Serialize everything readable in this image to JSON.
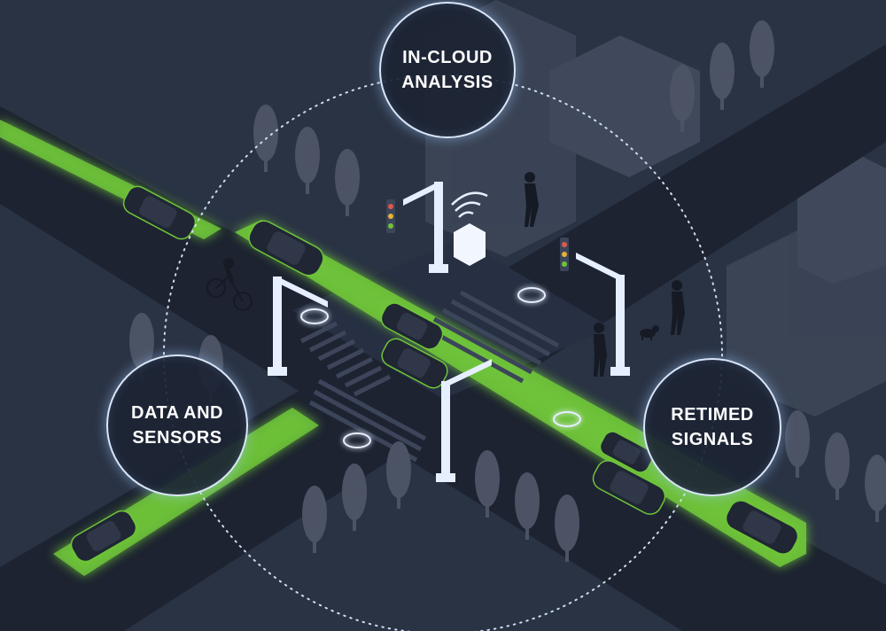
{
  "nodes": {
    "cloud": {
      "label": "IN-CLOUD\nANALYSIS"
    },
    "data": {
      "label": "DATA AND\nSENSORS"
    },
    "signals": {
      "label": "RETIMED\nSIGNALS"
    }
  },
  "colors": {
    "background": "#2a3344",
    "road": "#1d2331",
    "lane_highlight": "#6fc43a",
    "signal_pole": "#e6efff",
    "car": "#202633",
    "tree": "#4b5364",
    "circle_outline": "#d9e6f7"
  },
  "icons": [
    "traffic-light-icon",
    "car-icon",
    "tree-icon",
    "pedestrian-icon",
    "cyclist-icon",
    "sensor-box-icon",
    "wifi-signal-icon",
    "dog-icon"
  ]
}
